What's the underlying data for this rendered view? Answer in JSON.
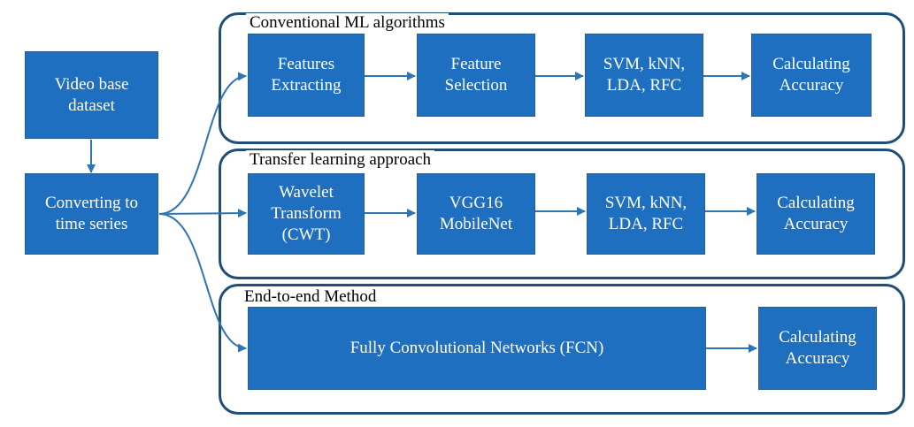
{
  "panels": {
    "ml_title": "Conventional ML algorithms",
    "tl_title": "Transfer learning approach",
    "e2e_title": "End-to-end Method"
  },
  "nodes": {
    "video_dataset": "Video base\ndataset",
    "converting": "Converting to\ntime series",
    "features_extracting": "Features\nExtracting",
    "feature_selection": "Feature\nSelection",
    "ml_classifiers": "SVM, kNN,\nLDA, RFC",
    "ml_accuracy": "Calculating\nAccuracy",
    "wavelet": "Wavelet\nTransform\n(CWT)",
    "vgg_mobilenet": "VGG16\nMobileNet",
    "tl_classifiers": "SVM, kNN,\nLDA, RFC",
    "tl_accuracy": "Calculating\nAccuracy",
    "fcn": "Fully Convolutional Networks (FCN)",
    "e2e_accuracy": "Calculating\nAccuracy"
  },
  "colors": {
    "node_fill": "#1f6fc0",
    "panel_border": "#1f4e79",
    "arrow": "#2e75b6"
  }
}
